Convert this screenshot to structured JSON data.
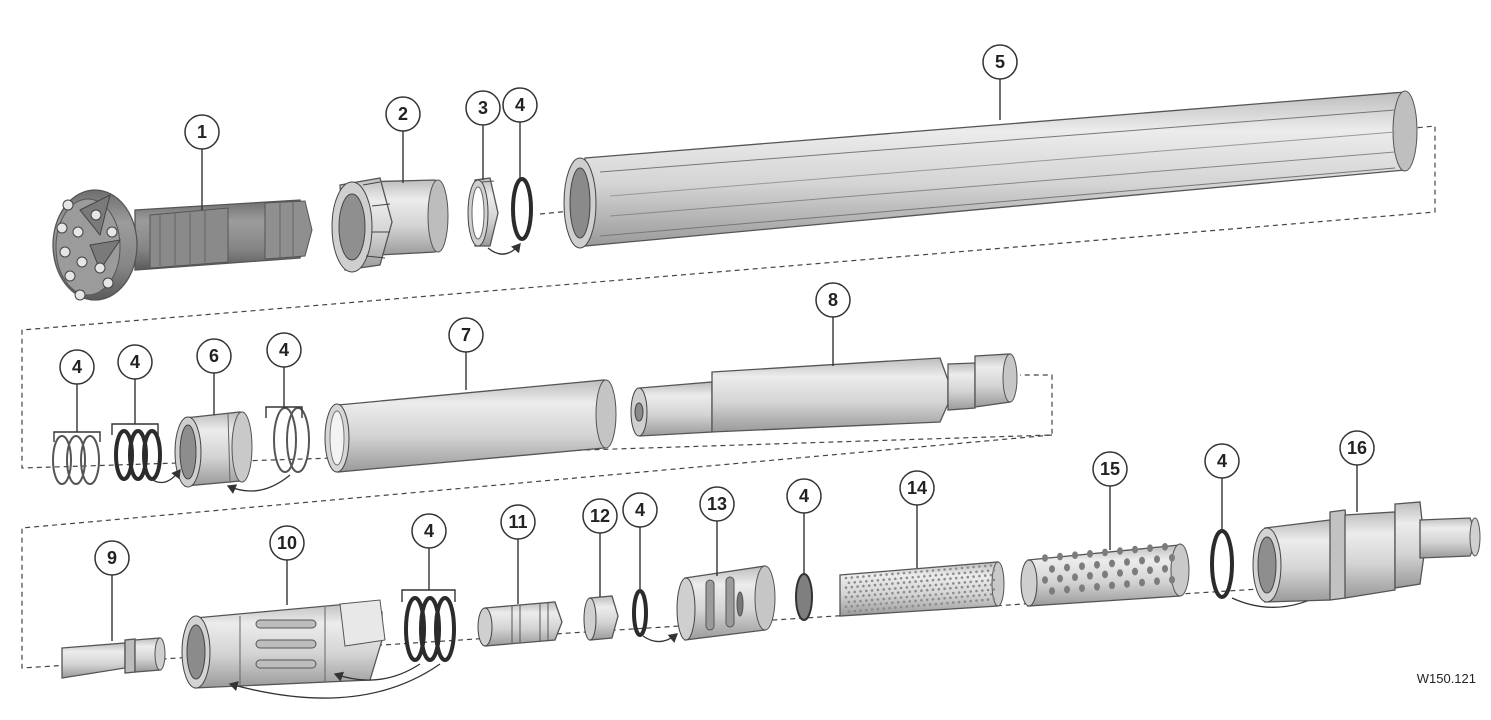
{
  "callouts": {
    "c1": "1",
    "c2": "2",
    "c3": "3",
    "c4a": "4",
    "c5": "5",
    "c4b": "4",
    "c4c": "4",
    "c6": "6",
    "c4d": "4",
    "c7": "7",
    "c8": "8",
    "c9": "9",
    "c10": "10",
    "c4e": "4",
    "c11": "11",
    "c12": "12",
    "c4f": "4",
    "c13": "13",
    "c4g": "4",
    "c14": "14",
    "c15": "15",
    "c4h": "4",
    "c16": "16"
  },
  "drawing_code": "W150.121",
  "colors": {
    "part_fill": "#d9d9d9",
    "part_shade": "#a9a9a9",
    "part_dark": "#7d7d7d",
    "bit_fill": "#8c8c8c",
    "ring_stroke": "#2b2b2b"
  }
}
